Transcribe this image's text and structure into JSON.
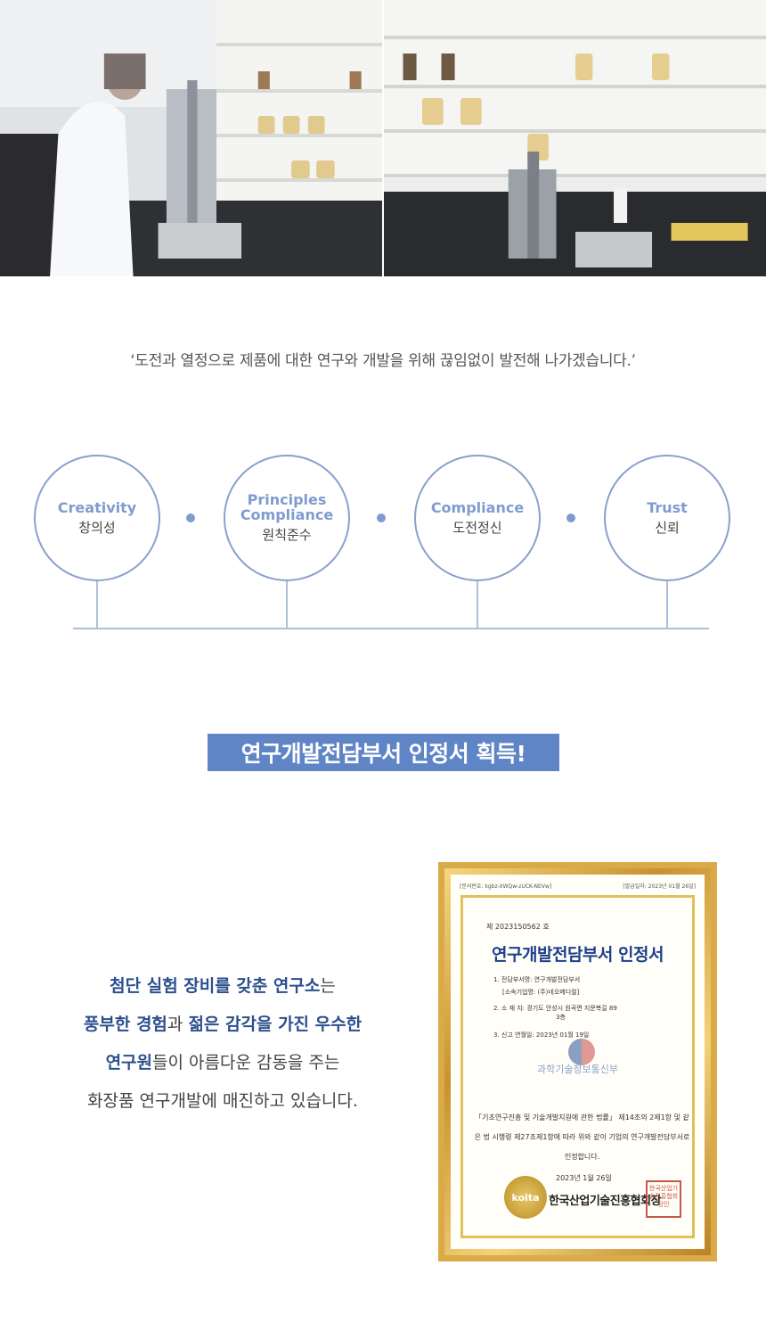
{
  "quote": "‘도전과 열정으로 제품에 대한 연구와 개발을 위해 끊임없이 발전해 나가겠습니다.’",
  "values": [
    {
      "en": "Creativity",
      "ko": "창의성"
    },
    {
      "en": "Principles Compliance",
      "ko": "원칙준수"
    },
    {
      "en": "Compliance",
      "ko": "도전정신"
    },
    {
      "en": "Trust",
      "ko": "신뢰"
    }
  ],
  "banner": "연구개발전담부서 인정서 획득!",
  "description": {
    "line1_hl": "첨단 실험 장비를 갖춘 연구소",
    "line1_rest": "는",
    "line2_hl": "풍부한 경험",
    "line2_mid": "과 ",
    "line2_hl2": "젊은 감각을 가진 우수한",
    "line3_hl": "연구원",
    "line3_rest": "들이 아름다운 감동을 주는",
    "line4": "화장품 연구개발에 매진하고 있습니다."
  },
  "certificate": {
    "top_left": "[문서번호: kgbz-XWQw-zUCK-NEVw]",
    "top_right": "[발급일자: 2023년 01월 26일]",
    "number": "제 2023150562 호",
    "title": "연구개발전담부서 인정서",
    "field1": "1. 전담부서명:  연구개발전담부서",
    "field1b": "[소속기업명: (주)네오메디컬]",
    "field2": "2. 소    재    지:  경기도 안성시 원곡면 지문복길 89",
    "field2b": "3층",
    "field3": "3. 신고 연월일:  2023년 01월 19일",
    "ministry": "과학기술정보통신부",
    "body": "「기초연구진흥 및 기술개발지원에 관한 법률」 제14조의 2제1항 및 같은 법 시행령 제27조제1항에 따라 위와 같이 기업의 연구개발전담부서로 인정합니다.",
    "date": "2023년 1월 26일",
    "org": "한국산업기술진흥협회장",
    "gold_seal": "koita",
    "red_seal": "한국산업기술진흥협회장인"
  },
  "colors": {
    "accent": "#5f85c6",
    "circle": "#8aa1cc",
    "highlight": "#2c4f8e"
  }
}
